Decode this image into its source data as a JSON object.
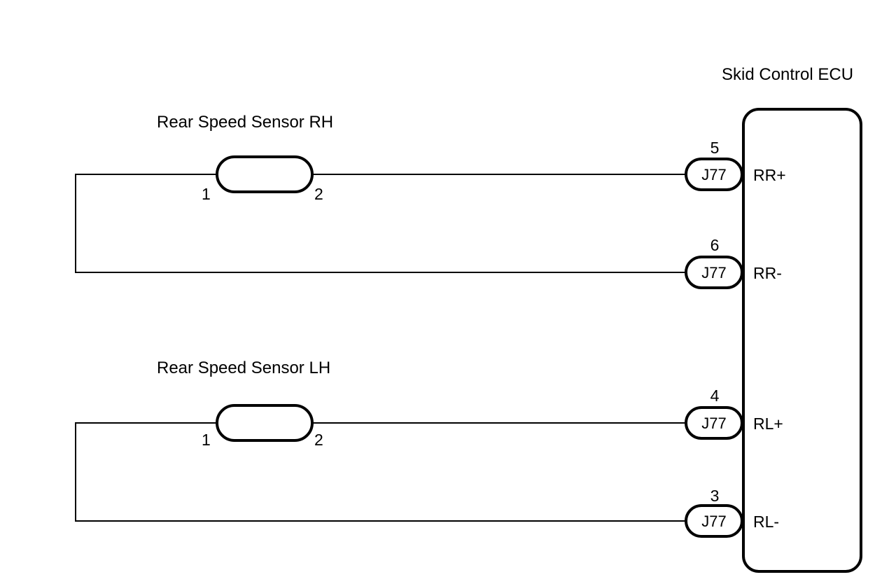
{
  "ecu": {
    "label": "Skid Control ECU"
  },
  "sensors": [
    {
      "label": "Rear Speed Sensor RH",
      "pin1": "1",
      "pin2": "2"
    },
    {
      "label": "Rear Speed Sensor LH",
      "pin1": "1",
      "pin2": "2"
    }
  ],
  "connectors": [
    {
      "number": "5",
      "code": "J77",
      "terminal": "RR+"
    },
    {
      "number": "6",
      "code": "J77",
      "terminal": "RR-"
    },
    {
      "number": "4",
      "code": "J77",
      "terminal": "RL+"
    },
    {
      "number": "3",
      "code": "J77",
      "terminal": "RL-"
    }
  ]
}
